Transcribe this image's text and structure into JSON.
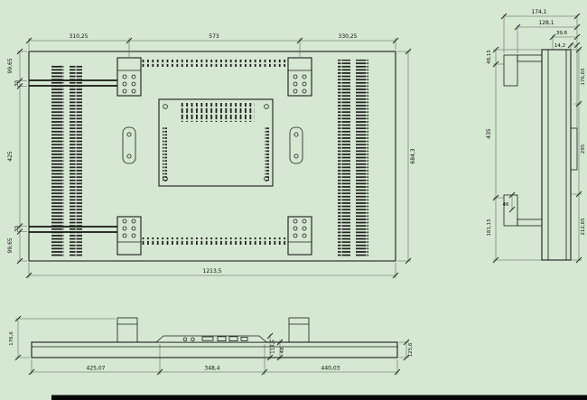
{
  "colors": {
    "background": "#d5e8d2",
    "line": "#1c1c1c",
    "dim_text": "#111111"
  },
  "views": {
    "rear": {
      "dims_top": [
        "310,25",
        "573",
        "330,25"
      ],
      "dims_left": [
        "99,65",
        "30",
        "425",
        "30",
        "99,65"
      ],
      "dim_right": "684,3",
      "dim_bottom": "1213,5"
    },
    "side": {
      "dims_top": [
        "174,1",
        "128,1",
        "39,6",
        "14,2"
      ],
      "dims_left": [
        "48,15",
        "435",
        "181,15"
      ],
      "dim_bracket": "46",
      "dims_right": [
        "176,65",
        "295",
        "212,65"
      ]
    },
    "bottom": {
      "dim_left": "176,6",
      "dim_right": "125,6",
      "dims_mid": [
        "118,5",
        "48"
      ],
      "dims_bottom": [
        "425,07",
        "348,4",
        "440,03"
      ]
    }
  }
}
